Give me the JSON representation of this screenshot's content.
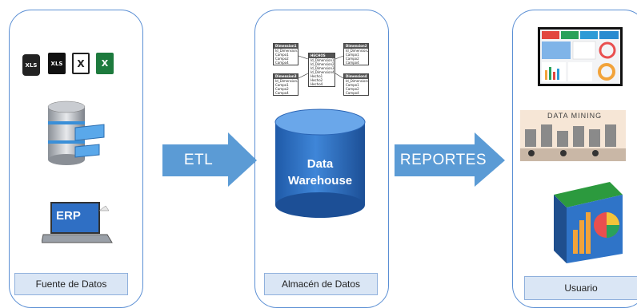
{
  "panels": {
    "source": {
      "label": "Fuente de Datos"
    },
    "warehouse": {
      "label": "Almacén de Datos"
    },
    "user": {
      "label": "Usuario"
    }
  },
  "arrows": {
    "etl": {
      "label": "ETL"
    },
    "reports": {
      "label": "REPORTES"
    }
  },
  "source_icons": {
    "files": [
      {
        "name": "xls-icon",
        "text": "XLS"
      },
      {
        "name": "xls-dark-icon",
        "text": "XLS"
      },
      {
        "name": "spreadsheet-x-icon",
        "text": "X"
      },
      {
        "name": "excel-icon",
        "text": "X"
      }
    ],
    "erp_label": "ERP"
  },
  "warehouse": {
    "cylinder_line1": "Data",
    "cylinder_line2": "Warehouse",
    "schema": {
      "fact": {
        "title": "HECHOS",
        "rows": [
          "Id_Dimension1",
          "Id_Dimension2",
          "Id_Dimension3",
          "Id_Dimension4",
          "Hecho1",
          "Hecho2",
          "Hecho4"
        ]
      },
      "dim1": {
        "title": "Dimension1",
        "rows": [
          "Id_Dimension1",
          "Campo1",
          "Campo2",
          "Campo4"
        ]
      },
      "dim2": {
        "title": "Dimension2",
        "rows": [
          "Id_Dimension2",
          "Campo1",
          "Campo2",
          "Campo4"
        ]
      },
      "dim3": {
        "title": "Dimension3",
        "rows": [
          "Id_Dimension3",
          "Campo1",
          "Campo2",
          "Campo4"
        ]
      },
      "dim4": {
        "title": "Dimension4",
        "rows": [
          "Id_Dimension4",
          "Campo1",
          "Campo2",
          "Campo4"
        ]
      }
    }
  },
  "user_icons": {
    "data_mining_label": "DATA MINING"
  },
  "colors": {
    "panel_border": "#5b8fd4",
    "arrow_fill": "#5b9bd5",
    "label_fill": "#dae6f5",
    "cylinder": "#2f6fc4"
  }
}
